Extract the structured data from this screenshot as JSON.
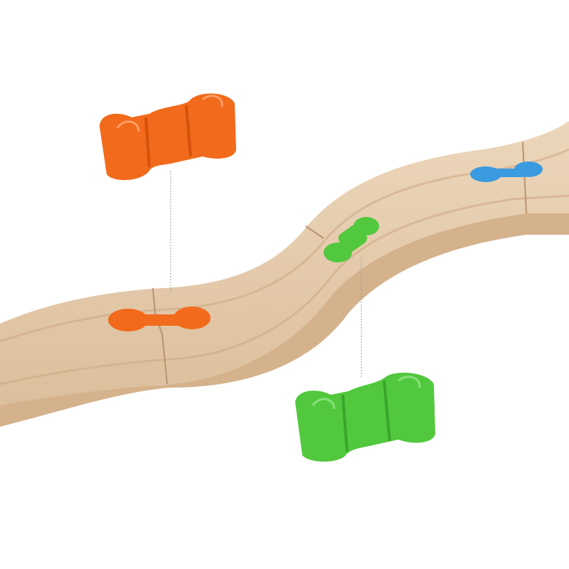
{
  "colors": {
    "background": "#ffffff",
    "wood_top": "#e6cdb0",
    "wood_side": "#d9b994",
    "wood_groove": "#c9a27c",
    "orange_connector": "#f26a1b",
    "green_connector": "#4fcb3c",
    "blue_connector": "#3a9be0"
  },
  "objects": [
    {
      "name": "wooden-track",
      "icon": "curved-track"
    },
    {
      "name": "orange-connector",
      "icon": "double-clip"
    },
    {
      "name": "green-connector",
      "icon": "double-clip"
    },
    {
      "name": "blue-connector-inset",
      "icon": "double-clip"
    }
  ]
}
